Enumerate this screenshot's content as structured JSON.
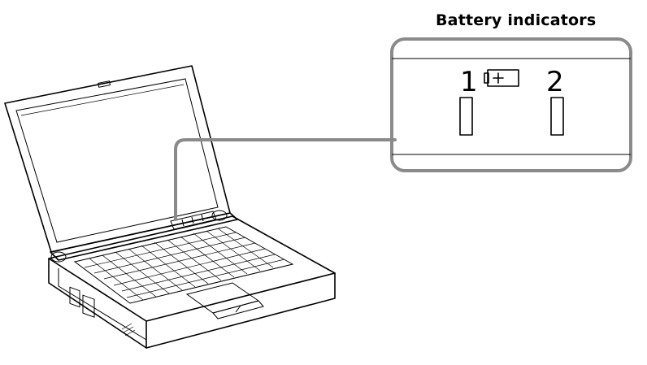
{
  "caption": "Battery indicators",
  "indicators": [
    {
      "label": "1"
    },
    {
      "label": "2"
    }
  ],
  "icons": {
    "battery": "battery-icon"
  },
  "colors": {
    "callout": "#8a8a8a",
    "ink": "#000000"
  }
}
